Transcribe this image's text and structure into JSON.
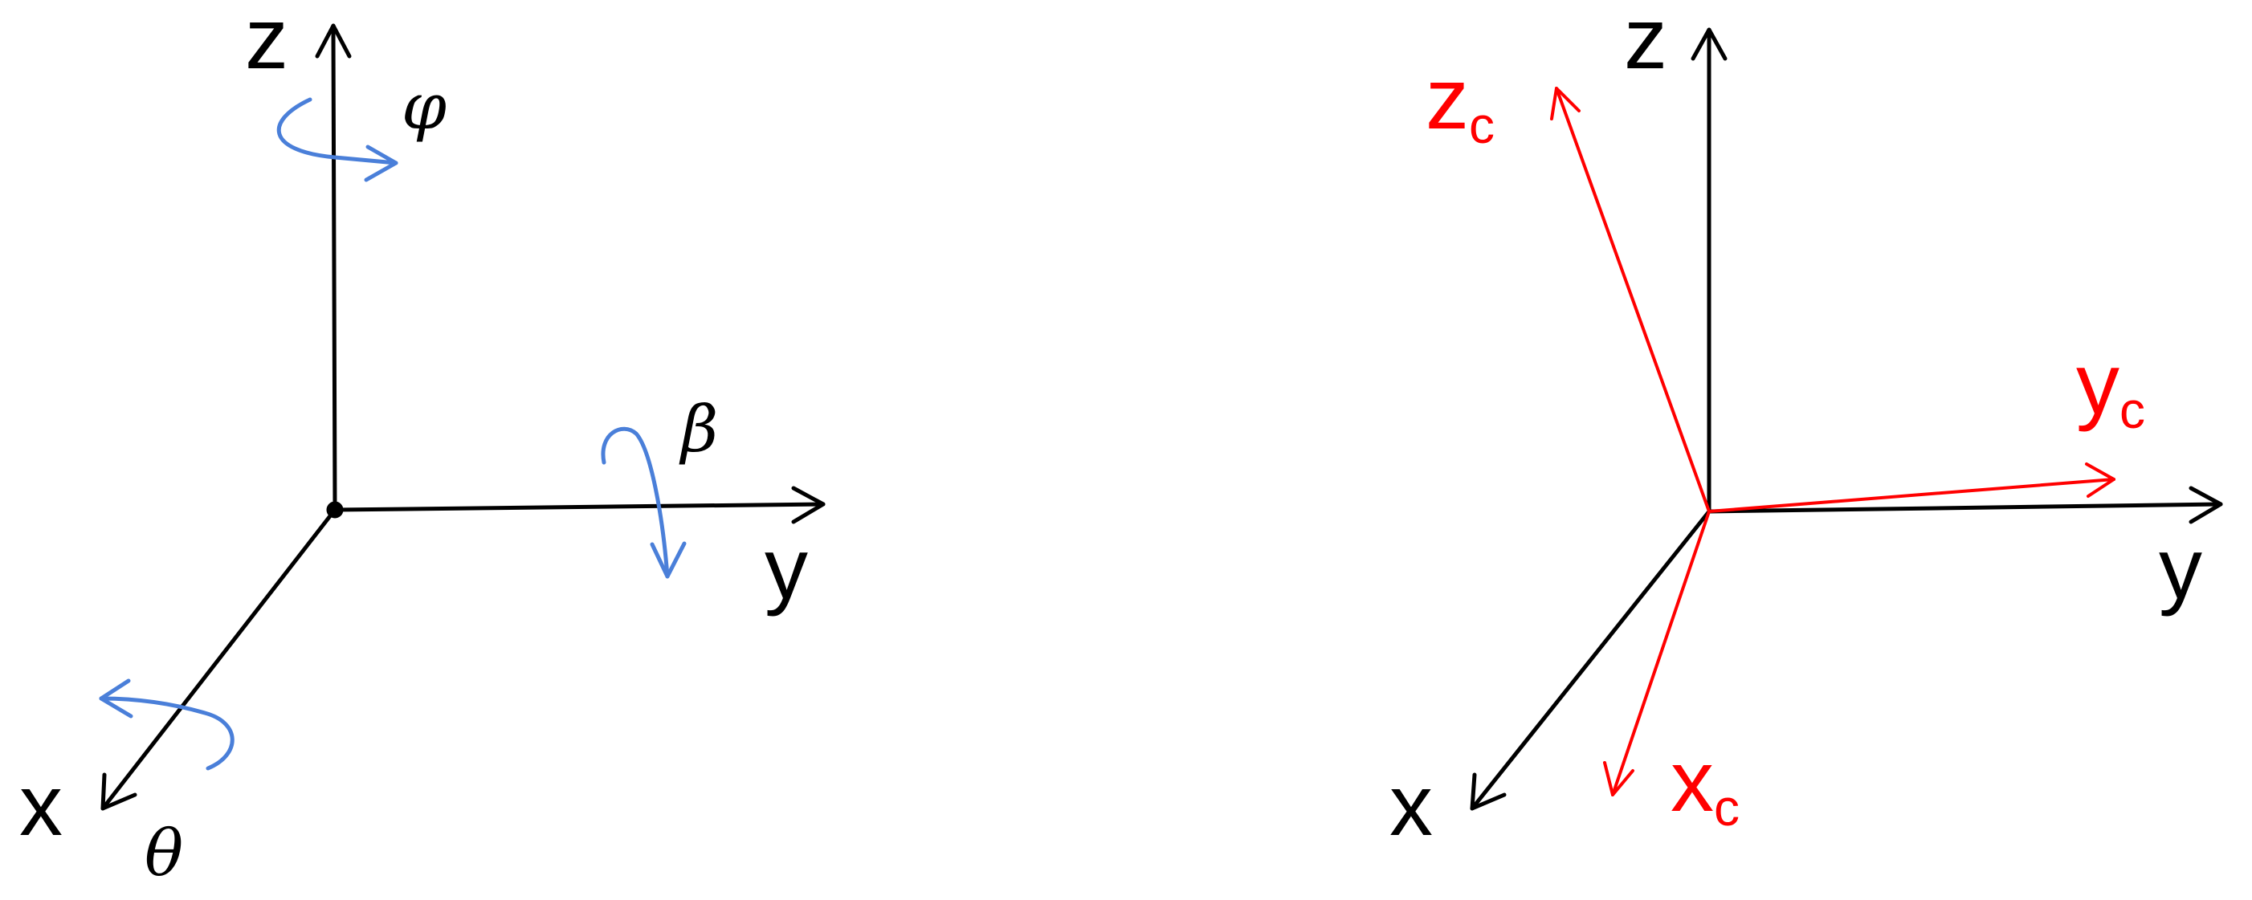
{
  "colors": {
    "axis": "#000000",
    "rotation": "#4a7fd9",
    "camera": "#ff0000"
  },
  "left_frame": {
    "axes": {
      "z": "z",
      "y": "y",
      "x": "x"
    },
    "rotations": {
      "about_z": "φ",
      "about_y": "β",
      "about_x": "θ"
    }
  },
  "right_frame": {
    "axes": {
      "z": "z",
      "y": "y",
      "x": "x"
    },
    "camera_axes": {
      "z": {
        "base": "z",
        "sub": "c"
      },
      "y": {
        "base": "y",
        "sub": "c"
      },
      "x": {
        "base": "x",
        "sub": "c"
      }
    }
  }
}
